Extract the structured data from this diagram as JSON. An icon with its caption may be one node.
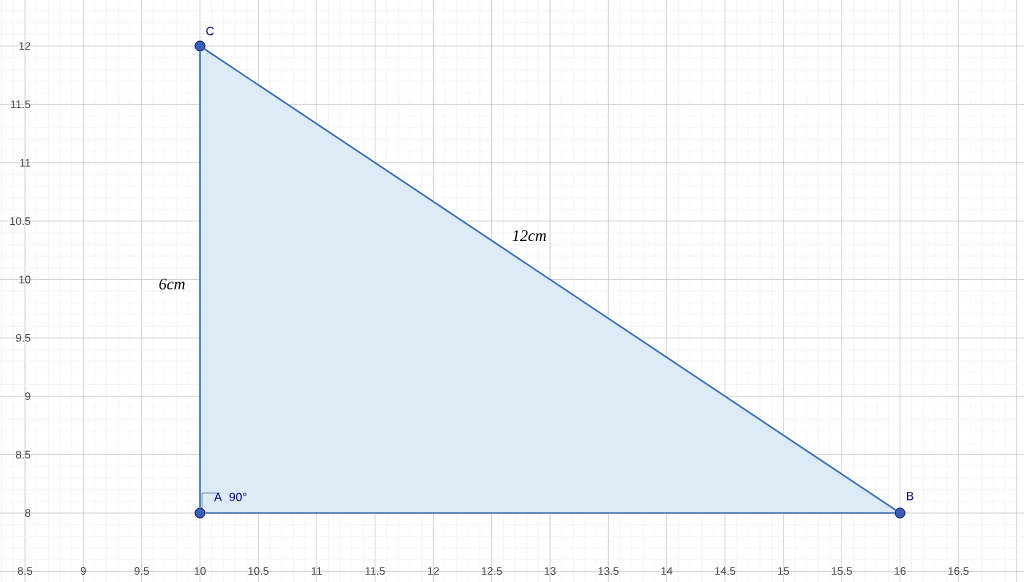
{
  "diagram": {
    "nodes": [
      {
        "text": [],
        "shape": "circle",
        "beside": [
          "A",
          "90°"
        ]
      },
      {
        "text": [],
        "shape": "circle",
        "beside": [
          "B"
        ]
      },
      {
        "text": [],
        "shape": "circle",
        "beside": [
          "C"
        ]
      }
    ],
    "edges": [
      {
        "from": 0,
        "to": 1,
        "arrow": "none"
      },
      {
        "from": 1,
        "to": 2,
        "arrow": "none",
        "label": "12cm"
      },
      {
        "from": 2,
        "to": 0,
        "arrow": "none",
        "label": "6cm"
      }
    ],
    "labels": [
      "12",
      "11.5",
      "11",
      "10.5",
      "10",
      "9.5",
      "9",
      "8.5",
      "8",
      "8.5",
      "9",
      "9.5",
      "10",
      "10.5",
      "11",
      "11.5",
      "12",
      "12.5",
      "13",
      "13.5",
      "14",
      "14.5",
      "15",
      "15.5",
      "16",
      "16.5"
    ]
  }
}
